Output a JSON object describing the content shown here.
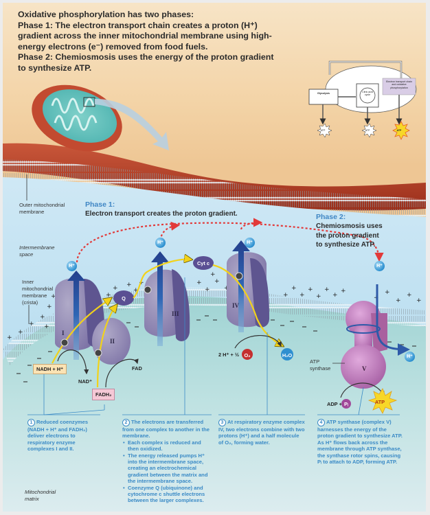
{
  "intro": {
    "heading": "Oxidative phosphorylation has two phases:",
    "lines": [
      "Phase 1: The electron transport chain creates a proton (H⁺)",
      "gradient across the inner mitochondrial membrane using high-",
      "energy electrons (e⁻) removed from food fuels.",
      "Phase 2: Chemiosmosis uses the energy of the proton gradient",
      "to synthesize ATP."
    ]
  },
  "overview_diagram": {
    "glycolysis": "Glycolysis",
    "krebs": "Citric acid cycle",
    "etc": "Electron transport chain and oxidative phosphorylation",
    "atp_labels": [
      "ATP",
      "ATP",
      "ATP"
    ]
  },
  "labels": {
    "outer_membrane": [
      "Outer mitochondrial",
      "membrane"
    ],
    "intermembrane": [
      "Intermembrane",
      "space"
    ],
    "inner_membrane": [
      "Inner",
      "mitochondrial",
      "membrane",
      "(crista)"
    ],
    "matrix": [
      "Mitochondrial",
      "matrix"
    ],
    "atp_synthase": [
      "ATP",
      "synthase"
    ]
  },
  "phase1": {
    "heading": "Phase 1:",
    "text": "Electron transport creates the proton gradient."
  },
  "phase2": {
    "heading": "Phase 2:",
    "lines": [
      "Chemiosmosis uses",
      "the proton gradient",
      "to synthesize ATP."
    ]
  },
  "complexes": {
    "I": "I",
    "II": "II",
    "III": "III",
    "IV": "IV",
    "V": "V",
    "q": "Q",
    "cytc": "Cyt c"
  },
  "molecules": {
    "hplus": "H⁺",
    "electron": "e⁻",
    "nadh": "NADH + H⁺",
    "nad": "NAD⁺",
    "fadh2": "FADH₂",
    "fad": "FAD",
    "oxygen_eq": "2 H⁺ + ½",
    "o2": "O₂",
    "h2o": "H₂O",
    "adp": "ADP +",
    "pi": "Pᵢ",
    "atp": "ATP"
  },
  "steps": [
    {
      "number": "1",
      "text": "Reduced coenzymes (NADH + H⁺ and FADH₂) deliver electrons to respiratory enzyme complexes I and II."
    },
    {
      "number": "2",
      "text": "The electrons are transferred from one complex to another in the membrane.",
      "bullets": [
        "Each complex is reduced and then oxidized.",
        "The energy released pumps H⁺ into the intermembrane space, creating an electrochemical gradient between the matrix and the intermembrane space.",
        "Coenzyme Q (ubiquinone) and cytochrome c shuttle electrons between the larger complexes."
      ]
    },
    {
      "number": "3",
      "text": "At respiratory enzyme complex IV, two electrons combine with two protons (H⁺) and a half molecule of O₂, forming water."
    },
    {
      "number": "4",
      "text": "ATP synthase (complex V) harnesses the energy of the proton gradient to synthesize ATP. As H⁺ flows back across the membrane through ATP synthase, the synthase rotor spins, causing Pᵢ to attach to ADP, forming ATP."
    }
  ],
  "colors": {
    "background_top": "#f3d3a6",
    "outer_membrane": "#b9442a",
    "intermembrane_blue": "#bfe0f0",
    "matrix_teal": "#a9d6d6",
    "complex_purple": "#8c84b0",
    "synthase_pink": "#b676b4",
    "pump_blue": "#2e5aa8",
    "proton_path_red": "#e23a3a",
    "electron_path_yellow": "#f2d21a",
    "caption_blue": "#3a8ac6"
  }
}
